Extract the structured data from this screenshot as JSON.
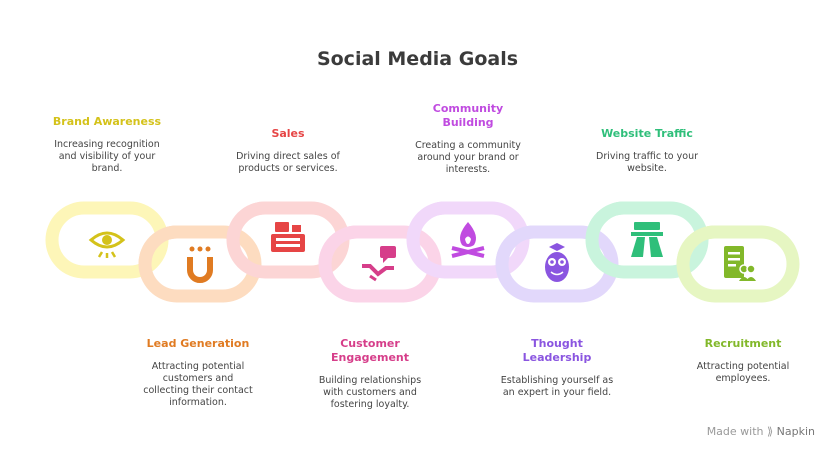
{
  "title": "Social Media Goals",
  "goals": [
    {
      "heading": "Brand Awareness",
      "lines": [
        "Increasing recognition",
        "and visibility of your",
        "brand."
      ],
      "color": "#d4c21a",
      "link": "#fdf6b8",
      "icon": "eye-icon"
    },
    {
      "heading": "Lead Generation",
      "lines": [
        "Attracting potential",
        "customers and",
        "collecting their contact",
        "information."
      ],
      "color": "#e07b22",
      "link": "#fddcc0",
      "icon": "magnet-icon"
    },
    {
      "heading": "Sales",
      "lines": [
        "Driving direct sales of",
        "products or services."
      ],
      "color": "#e64545",
      "link": "#fcd5d5",
      "icon": "cash-register-icon"
    },
    {
      "heading": "Customer Engagement",
      "headingLines": [
        "Customer",
        "Engagement"
      ],
      "lines": [
        "Building relationships",
        "with customers and",
        "fostering loyalty."
      ],
      "color": "#d63e8a",
      "link": "#fbd4e8",
      "icon": "chat-handshake-icon"
    },
    {
      "heading": "Community Building",
      "headingLines": [
        "Community",
        "Building"
      ],
      "lines": [
        "Creating a community",
        "around your brand or",
        "interests."
      ],
      "color": "#c04be0",
      "link": "#f1d8fa",
      "icon": "campfire-icon"
    },
    {
      "heading": "Thought Leadership",
      "headingLines": [
        "Thought",
        "Leadership"
      ],
      "lines": [
        "Establishing yourself as",
        "an expert in your field."
      ],
      "color": "#8a55e0",
      "link": "#e2d8fb",
      "icon": "owl-graduate-icon"
    },
    {
      "heading": "Website Traffic",
      "lines": [
        "Driving traffic to your",
        "website."
      ],
      "color": "#2fbf7a",
      "link": "#c9f4dd",
      "icon": "highway-icon"
    },
    {
      "heading": "Recruitment",
      "lines": [
        "Attracting potential",
        "employees."
      ],
      "color": "#82b82a",
      "link": "#e6f6c2",
      "icon": "resume-icon"
    }
  ],
  "credit": {
    "prefix": "Made with",
    "brand": "Napkin"
  }
}
